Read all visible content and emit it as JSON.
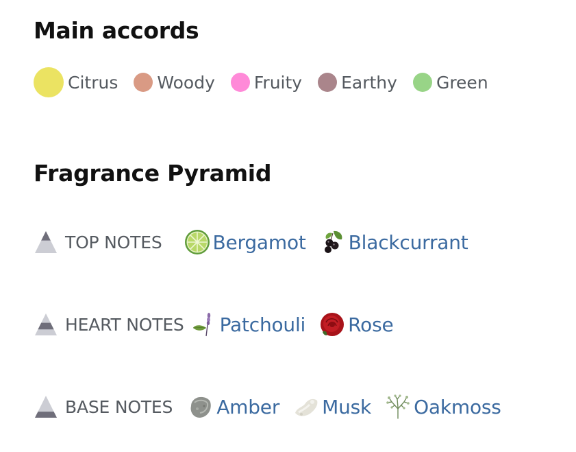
{
  "accords": {
    "title": "Main accords",
    "items": [
      {
        "label": "Citrus",
        "color": "#ebe362"
      },
      {
        "label": "Woody",
        "color": "#d99a84"
      },
      {
        "label": "Fruity",
        "color": "#ff8ad8"
      },
      {
        "label": "Earthy",
        "color": "#aa858b"
      },
      {
        "label": "Green",
        "color": "#98d487"
      }
    ]
  },
  "pyramid": {
    "title": "Fragrance Pyramid",
    "top": {
      "label": "TOP NOTES",
      "notes": [
        {
          "name": "Bergamot",
          "icon": "lime-slice-icon"
        },
        {
          "name": "Blackcurrant",
          "icon": "blackcurrant-icon"
        }
      ]
    },
    "heart": {
      "label": "HEART NOTES",
      "notes": [
        {
          "name": "Patchouli",
          "icon": "patchouli-leaf-icon"
        },
        {
          "name": "Rose",
          "icon": "rose-icon"
        }
      ]
    },
    "base": {
      "label": "BASE NOTES",
      "notes": [
        {
          "name": "Amber",
          "icon": "amber-stone-icon"
        },
        {
          "name": "Musk",
          "icon": "musk-powder-icon"
        },
        {
          "name": "Oakmoss",
          "icon": "oakmoss-icon"
        }
      ]
    }
  },
  "colors": {
    "link": "#3b6aa0",
    "label": "#555a60",
    "heading": "#111111"
  }
}
